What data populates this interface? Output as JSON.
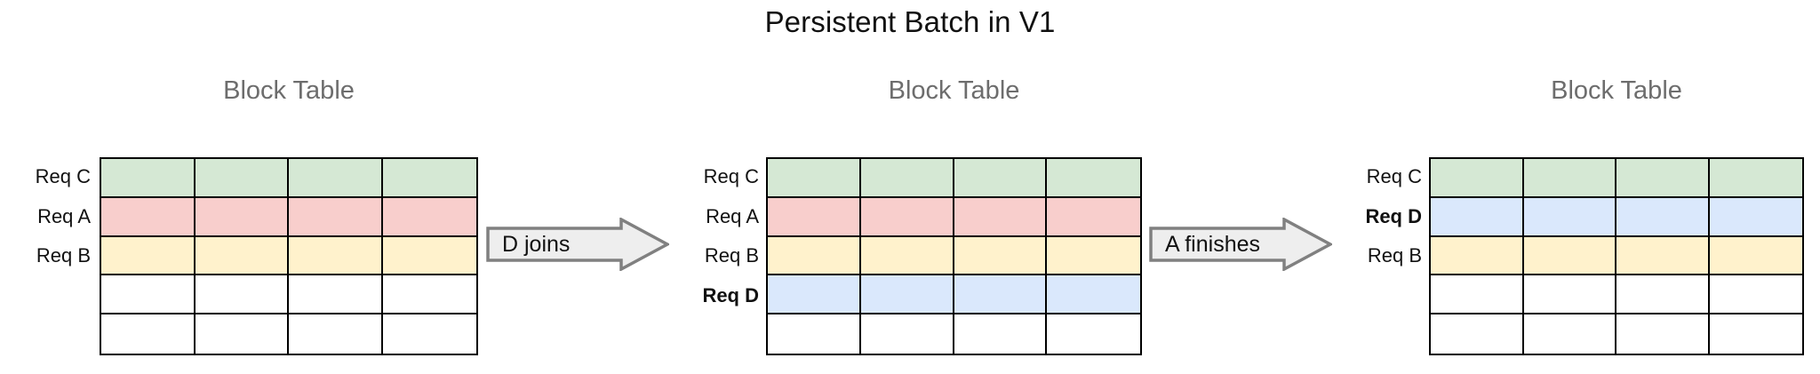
{
  "title": "Persistent Batch in V1",
  "colors": {
    "green": "#d5e8d4",
    "pink": "#f8cecc",
    "yellow": "#fff2cc",
    "blue": "#dae8fc",
    "empty": "#ffffff",
    "grid_line": "#000000",
    "panel_title": "#6d6d6d",
    "arrow_fill": "#eeeeee",
    "arrow_stroke": "#808080"
  },
  "panels": [
    {
      "title": "Block Table",
      "columns": 4,
      "rows": [
        {
          "label": "Req C",
          "bold": false,
          "color_key": "green"
        },
        {
          "label": "Req A",
          "bold": false,
          "color_key": "pink"
        },
        {
          "label": "Req B",
          "bold": false,
          "color_key": "yellow"
        },
        {
          "label": "",
          "bold": false,
          "color_key": "empty"
        },
        {
          "label": "",
          "bold": false,
          "color_key": "empty"
        }
      ]
    },
    {
      "title": "Block Table",
      "columns": 4,
      "rows": [
        {
          "label": "Req C",
          "bold": false,
          "color_key": "green"
        },
        {
          "label": "Req A",
          "bold": false,
          "color_key": "pink"
        },
        {
          "label": "Req B",
          "bold": false,
          "color_key": "yellow"
        },
        {
          "label": "Req D",
          "bold": true,
          "color_key": "blue"
        },
        {
          "label": "",
          "bold": false,
          "color_key": "empty"
        }
      ]
    },
    {
      "title": "Block Table",
      "columns": 4,
      "rows": [
        {
          "label": "Req C",
          "bold": false,
          "color_key": "green"
        },
        {
          "label": "Req D",
          "bold": true,
          "color_key": "blue"
        },
        {
          "label": "Req B",
          "bold": false,
          "color_key": "yellow"
        },
        {
          "label": "",
          "bold": false,
          "color_key": "empty"
        },
        {
          "label": "",
          "bold": false,
          "color_key": "empty"
        }
      ]
    }
  ],
  "arrows": [
    {
      "label": "D joins"
    },
    {
      "label": "A finishes"
    }
  ]
}
